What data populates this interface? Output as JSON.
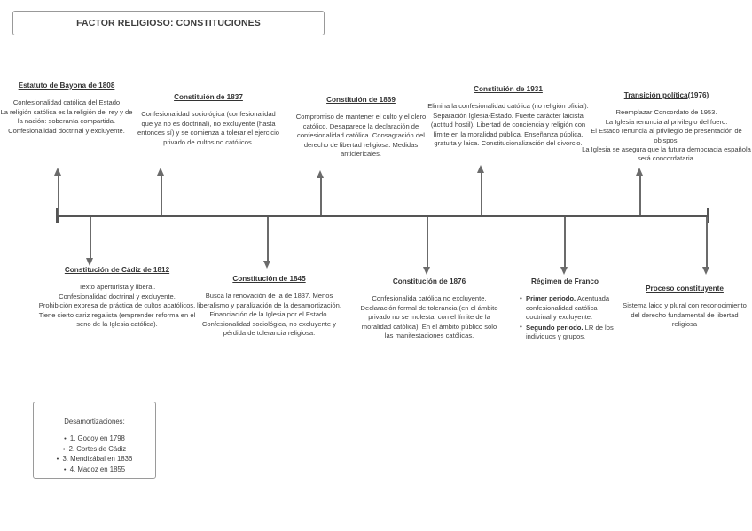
{
  "title": {
    "prefix": "FACTOR RELIGIOSO: ",
    "underlined": "CONSTITUCIONES"
  },
  "timeline": {
    "axis_color": "#555555",
    "connector_color": "#6b6b6b"
  },
  "upper_blocks": [
    {
      "heading": "Estatuto de Bayona de 1808",
      "heading_suffix": "",
      "body": "Confesionalidad católica del Estado\nLa religión católica es la religión del rey y de la nación: soberanía compartida.\nConfesionalidad doctrinal y excluyente."
    },
    {
      "heading": "Constituión de 1837",
      "heading_suffix": "",
      "body": "Confesionalidad sociológica (confesionalidad que ya no es doctrinal), no excluyente (hasta entonces sí) y se comienza a tolerar el ejercicio privado de cultos no católicos."
    },
    {
      "heading": "Constituión de 1869",
      "heading_suffix": "",
      "body": "Compromiso de mantener el culto y el clero católico. Desaparece la declaración de confesionalidad católica. Consagración del derecho de libertad religiosa. Medidas anticlericales."
    },
    {
      "heading": "Constituión de 1931",
      "heading_suffix": "",
      "body": "Elimina la confesionalidad católica (no religión oficial). Separación Iglesia-Estado. Fuerte carácter laicista (actitud hostil). Libertad de conciencia y religión con límite en la moralidad pública. Enseñanza pública, gratuita y laica. Constitucionalización del divorcio."
    },
    {
      "heading": "Transición política",
      "heading_suffix": " (1976)",
      "body": "Reemplazar Concordato de 1953.\nLa Iglesia renuncia al privilegio del fuero.\nEl Estado renuncia al privilegio de presentación de obispos.\nLa Iglesia se asegura que la futura democracia española será concordataria."
    }
  ],
  "lower_blocks": [
    {
      "heading": "Constitución de Cádiz de 1812",
      "body": "Texto aperturista y liberal.\nConfesionalidad doctrinal y excluyente.\nProhibición expresa de práctica de cultos acatólicos.\nTiene cierto cariz regalista (emprender reforma en el seno de la Iglesia católica)."
    },
    {
      "heading": "Constitución de 1845",
      "body": "Busca la renovación de la de 1837. Menos liberalismo y paralización de la desamortización. Financiación de la Iglesia por el Estado. Confesionalidad sociológica, no excluyente y pérdida de tolerancia religiosa."
    },
    {
      "heading": "Constitución de 1876",
      "body": "Confesionalida católica no excluyente. Declaración formal de tolerancia (en el ámbito privado no se molesta, con el límite de la moralidad católica). En el ámbito público solo las manifestaciones católicas."
    },
    {
      "heading": "Proceso constituyente",
      "body": "Sistema laico y plural con reconocimiento del derecho fundamental de libertad religiosa"
    }
  ],
  "franco_block": {
    "heading": "Régimen de Franco",
    "items": [
      {
        "lead": "Primer periodo.",
        "rest": " Acentuada confesionalidad católica doctrinal y excluyente."
      },
      {
        "lead": "Segundo periodo.",
        "rest": " LR de los individuos y grupos."
      }
    ]
  },
  "note_box": {
    "title": "Desamortizaciones:",
    "items": [
      "1. Godoy en 1798",
      "2. Cortes de Cádiz",
      "3. Mendizábal en 1836",
      "4. Madoz en 1855"
    ]
  }
}
